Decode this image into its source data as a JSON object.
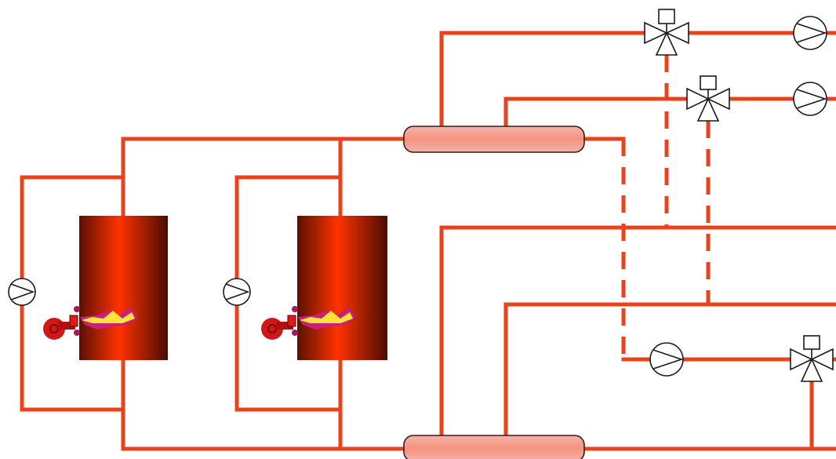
{
  "diagram": {
    "kind": "heating-system-schematic",
    "colors": {
      "pipe": "#e8431c",
      "header_fill": "#f7a49b",
      "boiler_light": "#ff3300",
      "boiler_dark": "#5a1000",
      "flame_yellow": "#ffe23a",
      "burner": "#d11818",
      "symbol_stroke": "#1a1a1a"
    },
    "components": {
      "boilers": [
        "boiler-1",
        "boiler-2"
      ],
      "pumps": [
        "boiler-pump-1",
        "boiler-pump-2",
        "circuit-pump-1",
        "circuit-pump-2",
        "circuit-pump-3"
      ],
      "mixing_valves": [
        "mixing-valve-1",
        "mixing-valve-2",
        "mixing-valve-3"
      ],
      "headers": [
        "supply-header",
        "return-header"
      ]
    }
  }
}
